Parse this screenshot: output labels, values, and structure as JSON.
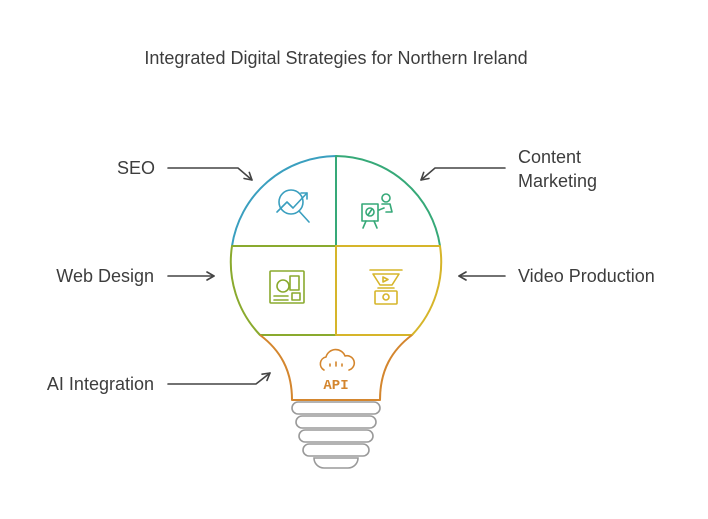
{
  "title": "Integrated Digital Strategies for Northern Ireland",
  "segments": {
    "seo": {
      "label": "SEO",
      "color": "#3a9fbf",
      "icon": "chart-magnifier-icon"
    },
    "content_marketing": {
      "label_line1": "Content",
      "label_line2": "Marketing",
      "color": "#36a978",
      "icon": "presenter-easel-icon"
    },
    "web_design": {
      "label": "Web Design",
      "color": "#8aaa2e",
      "icon": "web-layout-icon"
    },
    "video_production": {
      "label": "Video Production",
      "color": "#d6b52a",
      "icon": "video-projector-icon"
    },
    "ai_integration": {
      "label": "AI Integration",
      "color": "#d4862e",
      "icon": "cloud-api-icon",
      "icon_text": "API"
    }
  },
  "colors": {
    "text": "#3d3d3d",
    "arrow": "#444444",
    "bulb_base": "#9a9a9a"
  }
}
